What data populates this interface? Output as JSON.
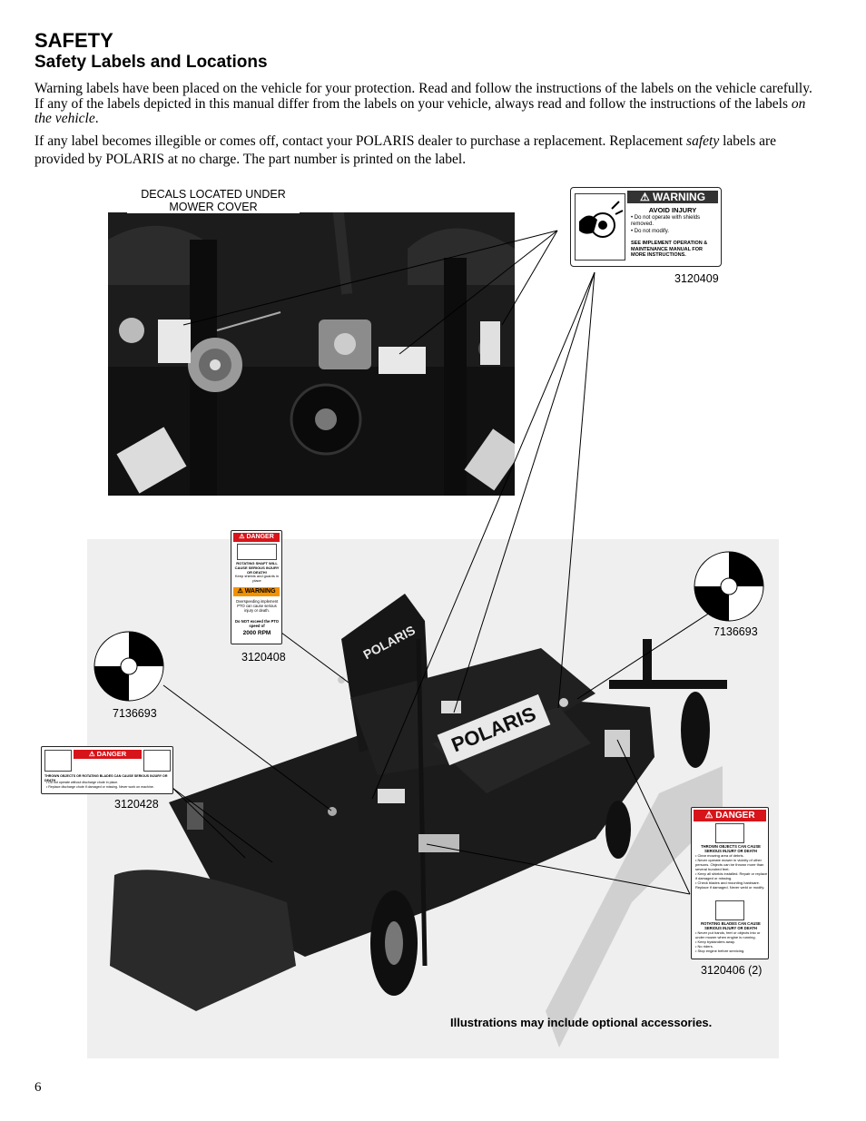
{
  "header": {
    "title": "SAFETY",
    "subtitle": "Safety Labels and Locations"
  },
  "paragraphs": {
    "p1_a": "Warning labels have been placed on the vehicle for your protection. Read and follow the instructions of the labels on the vehicle carefully. If any of the labels depicted in this manual differ from the labels on your vehicle, always read and follow the instructions of the labels ",
    "p1_em": "on the vehicle",
    "p1_b": ".",
    "p2_a": "If any label becomes illegible or comes off, contact your POLARIS dealer to purchase a replacement. Replacement ",
    "p2_em": "safety",
    "p2_b": " labels are provided by POLARIS at no charge. The part number is printed on the label."
  },
  "figure": {
    "decals_note": "DECALS LOCATED UNDER MOWER COVER",
    "accessories_note": "Illustrations may include optional accessories.",
    "brand_logo": "POLARIS"
  },
  "labels": {
    "warning_3120409": {
      "part": "3120409",
      "signal": "WARNING",
      "heading": "AVOID INJURY",
      "bullets": [
        "Do not operate with shields removed.",
        "Do not modify."
      ],
      "footer": "SEE IMPLEMENT OPERATION & MAINTENANCE MANUAL FOR MORE INSTRUCTIONS."
    },
    "danger_3120408": {
      "part": "3120408",
      "signal1": "DANGER",
      "text1": "ROTATING SHAFT WILL CAUSE SERIOUS INJURY OR DEATH!",
      "text1b": "Keep shields and guards in place",
      "signal2": "WARNING",
      "text2": "Overspeeding implement PTO can cause serious injury or death.",
      "text3": "Do NOT exceed the PTO speed of",
      "speed": "2000 RPM"
    },
    "target_left": {
      "part": "7136693"
    },
    "target_right": {
      "part": "7136693"
    },
    "danger_3120428": {
      "part": "3120428",
      "signal": "DANGER",
      "text": "THROWN OBJECTS OR ROTATING BLADES CAN CAUSE SERIOUS INJURY OR DEATH",
      "bullets": [
        "Do not operate without discharge chute in place.",
        "Replace discharge chute if damaged or missing. Never work on machine."
      ]
    },
    "danger_3120406": {
      "part": "3120406 (2)",
      "signal": "DANGER",
      "heading1": "THROWN OBJECTS CAN CAUSE SERIOUS INJURY OR DEATH",
      "bullets1": [
        "Clear mowing area of debris.",
        "Never operate mower in vicinity of other persons. Objects can be thrown more than several hundred feet.",
        "Keep all shields installed. Repair or replace if damaged or missing.",
        "Check blades and mounting hardware. Replace if damaged. Never weld or modify."
      ],
      "heading2": "ROTATING BLADES CAN CAUSE SERIOUS INJURY OR DEATH",
      "bullets2": [
        "Never put hands, feet or objects into or under mower when engine is running.",
        "Keep bystanders away.",
        "No riders.",
        "Stop engine before servicing."
      ]
    }
  },
  "page_number": "6",
  "colors": {
    "danger_red": "#d7141a",
    "warning_orange": "#f29200",
    "warning_bar": "#3a3a3a"
  }
}
